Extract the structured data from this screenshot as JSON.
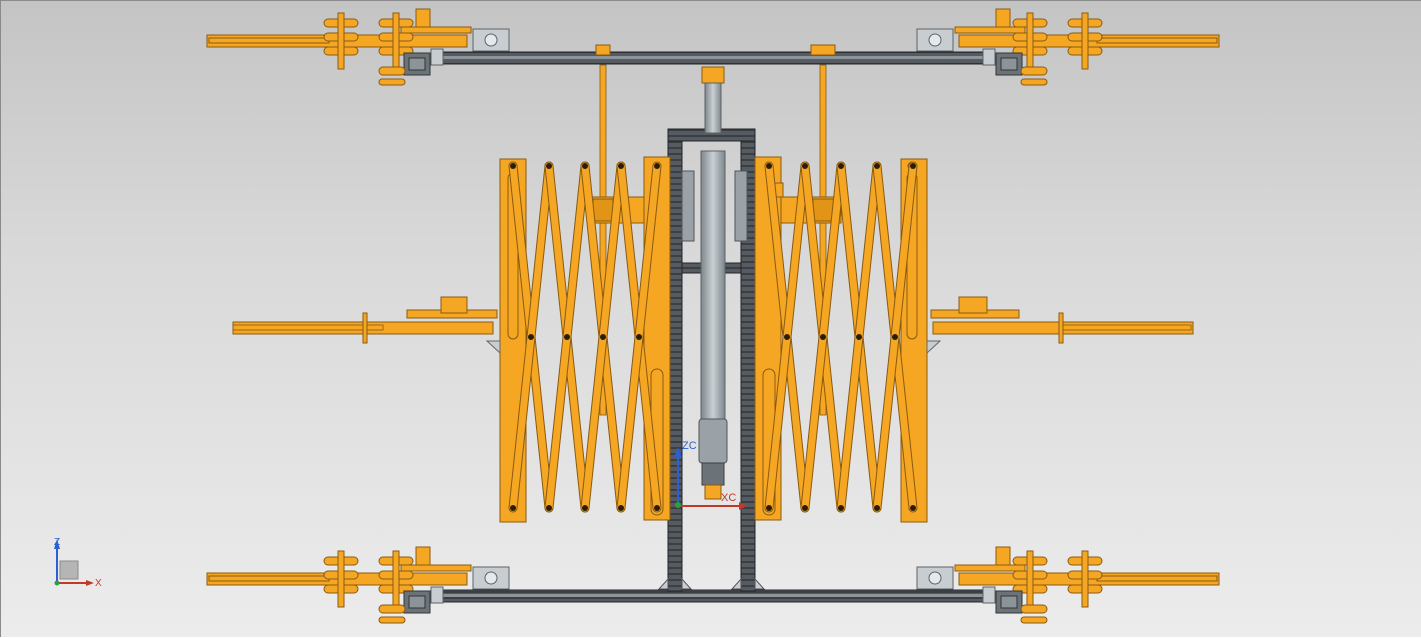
{
  "viewport": {
    "background_top": "#c4c4c4",
    "background_bottom": "#ececec"
  },
  "colors": {
    "part_orange": "#f5a623",
    "part_orange_dark": "#8a5a10",
    "frame_dark": "#4a4f55",
    "actuator_gray": "#a8b0b5",
    "motor_gray": "#6c7378",
    "bracket_silver": "#c8cdd2"
  },
  "model_axes": {
    "z_label": "ZC",
    "x_label": "XC",
    "z_color": "#2a5fd6",
    "x_color": "#c0392b",
    "origin_color": "#2e9e3e"
  },
  "view_triad": {
    "z_label": "Z",
    "x_label": "X",
    "z_color": "#2a5fd6",
    "x_color": "#c0392b",
    "cube_color": "#b5b5b5"
  },
  "icons": {
    "view_triad": "triad-icon",
    "csys": "coordinate-system-icon"
  }
}
